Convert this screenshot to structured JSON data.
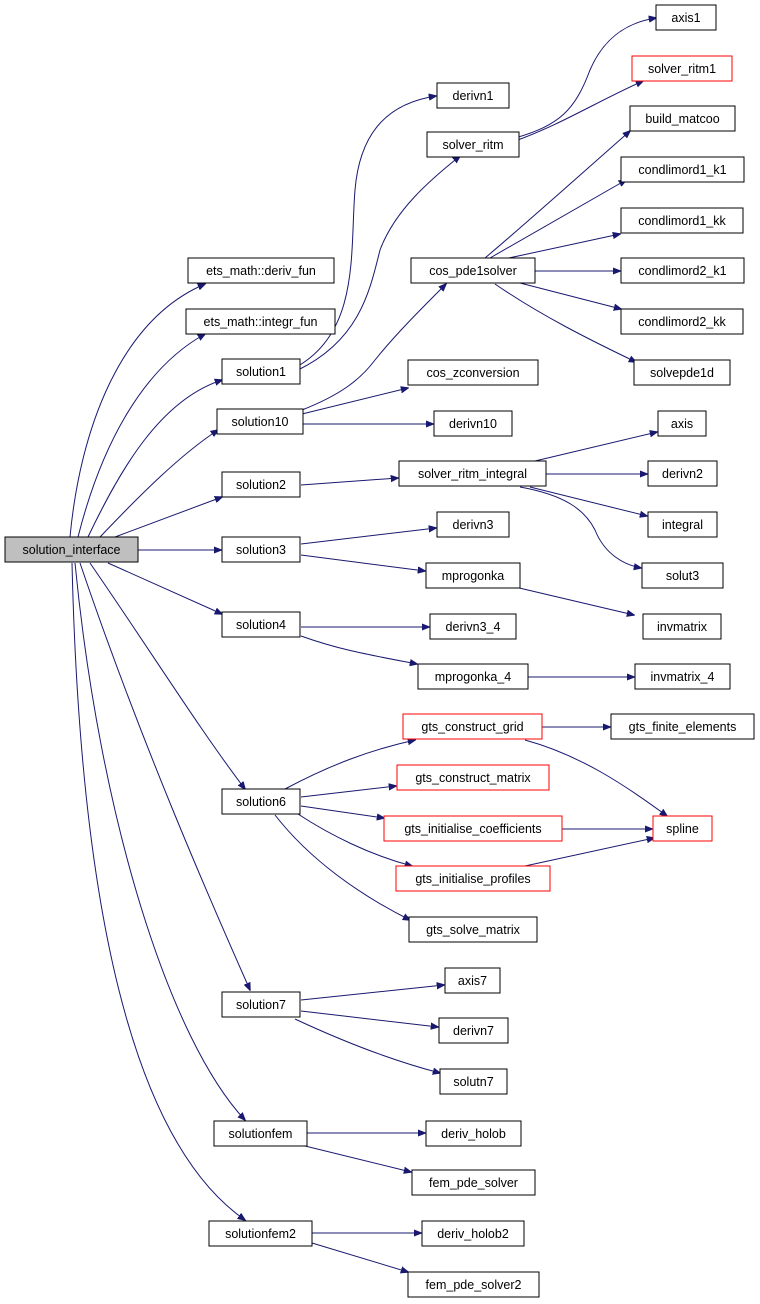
{
  "colors": {
    "edge": "#191970",
    "root_fill": "#bfbfbf",
    "highlight_border": "#ff0000"
  },
  "nodes": {
    "solution_interface": {
      "label": "solution_interface"
    },
    "deriv_fun": {
      "label": "ets_math::deriv_fun"
    },
    "integr_fun": {
      "label": "ets_math::integr_fun"
    },
    "solution1": {
      "label": "solution1"
    },
    "solution10": {
      "label": "solution10"
    },
    "solution2": {
      "label": "solution2"
    },
    "solution3": {
      "label": "solution3"
    },
    "solution4": {
      "label": "solution4"
    },
    "solution6": {
      "label": "solution6"
    },
    "solution7": {
      "label": "solution7"
    },
    "solutionfem": {
      "label": "solutionfem"
    },
    "solutionfem2": {
      "label": "solutionfem2"
    },
    "derivn1": {
      "label": "derivn1"
    },
    "solver_ritm": {
      "label": "solver_ritm"
    },
    "axis1": {
      "label": "axis1"
    },
    "solver_ritm1": {
      "label": "solver_ritm1"
    },
    "cos_pde1solver": {
      "label": "cos_pde1solver"
    },
    "build_matcoo": {
      "label": "build_matcoo"
    },
    "condlimord1_k1": {
      "label": "condlimord1_k1"
    },
    "condlimord1_kk": {
      "label": "condlimord1_kk"
    },
    "condlimord2_k1": {
      "label": "condlimord2_k1"
    },
    "condlimord2_kk": {
      "label": "condlimord2_kk"
    },
    "solvepde1d": {
      "label": "solvepde1d"
    },
    "cos_zconversion": {
      "label": "cos_zconversion"
    },
    "derivn10": {
      "label": "derivn10"
    },
    "solver_ritm_integral": {
      "label": "solver_ritm_integral"
    },
    "axis": {
      "label": "axis"
    },
    "derivn2": {
      "label": "derivn2"
    },
    "integral": {
      "label": "integral"
    },
    "solut3": {
      "label": "solut3"
    },
    "derivn3": {
      "label": "derivn3"
    },
    "mprogonka": {
      "label": "mprogonka"
    },
    "invmatrix": {
      "label": "invmatrix"
    },
    "derivn3_4": {
      "label": "derivn3_4"
    },
    "mprogonka_4": {
      "label": "mprogonka_4"
    },
    "invmatrix_4": {
      "label": "invmatrix_4"
    },
    "gts_construct_grid": {
      "label": "gts_construct_grid"
    },
    "gts_finite_elements": {
      "label": "gts_finite_elements"
    },
    "gts_construct_matrix": {
      "label": "gts_construct_matrix"
    },
    "gts_initialise_coefficients": {
      "label": "gts_initialise_coefficients"
    },
    "spline": {
      "label": "spline"
    },
    "gts_initialise_profiles": {
      "label": "gts_initialise_profiles"
    },
    "gts_solve_matrix": {
      "label": "gts_solve_matrix"
    },
    "axis7": {
      "label": "axis7"
    },
    "derivn7": {
      "label": "derivn7"
    },
    "solutn7": {
      "label": "solutn7"
    },
    "deriv_holob": {
      "label": "deriv_holob"
    },
    "fem_pde_solver": {
      "label": "fem_pde_solver"
    },
    "deriv_holob2": {
      "label": "deriv_holob2"
    },
    "fem_pde_solver2": {
      "label": "fem_pde_solver2"
    }
  }
}
